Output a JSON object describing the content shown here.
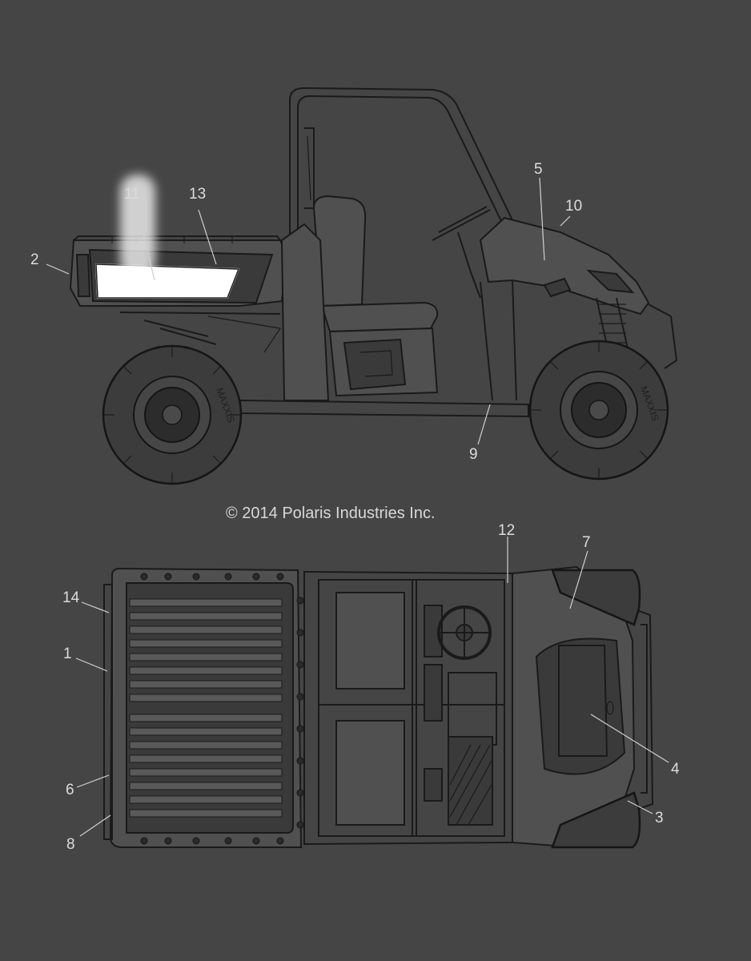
{
  "copyright": "© 2014 Polaris Industries Inc.",
  "tire_brand": "MAXXIS",
  "highlight_color": "#ffffff",
  "callouts": {
    "c1": "1",
    "c2": "2",
    "c3": "3",
    "c4": "4",
    "c5": "5",
    "c6": "6",
    "c7": "7",
    "c8": "8",
    "c9": "9",
    "c10": "10",
    "c11": "11",
    "c12": "12",
    "c13": "13",
    "c14": "14"
  }
}
